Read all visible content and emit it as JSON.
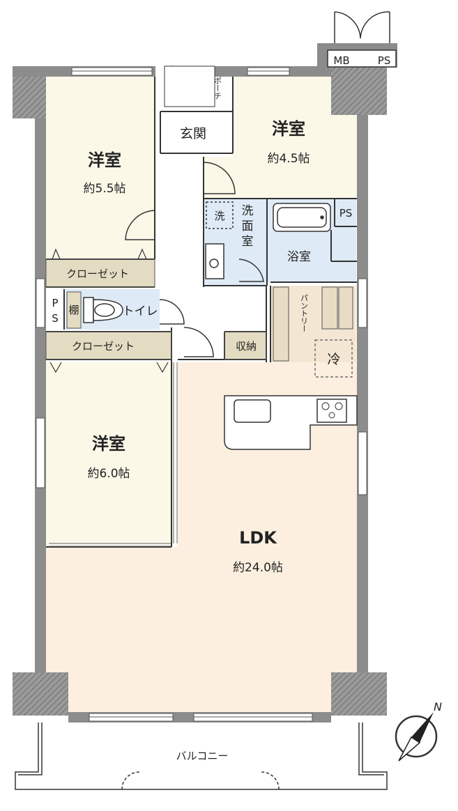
{
  "rooms": {
    "western_nw": {
      "name": "洋室",
      "size": "約5.5帖"
    },
    "western_ne": {
      "name": "洋室",
      "size": "約4.5帖"
    },
    "western_sw": {
      "name": "洋室",
      "size": "約6.0帖"
    },
    "ldk": {
      "name": "LDK",
      "size": "約24.0帖"
    }
  },
  "labels": {
    "entrance": "玄関",
    "porch": "ポーチ",
    "mb": "MB",
    "ps_top": "PS",
    "ps_bath": "PS",
    "ps_left_p": "P",
    "ps_left_s": "S",
    "washroom_1": "洗",
    "washroom_2": "面",
    "washroom_3": "室",
    "washer": "洗",
    "bathroom": "浴室",
    "closet_upper": "クローゼット",
    "closet_lower": "クローゼット",
    "shelf": "棚",
    "toilet": "トイレ",
    "storage": "収納",
    "pantry": "パントリー",
    "fridge": "冷",
    "balcony": "バルコニー",
    "north": "N"
  },
  "colors": {
    "wall": "#8c8c8c",
    "western": "#fbf8e8",
    "ldk": "#fcefdf",
    "wet_area": "#deeaf6",
    "closet": "#e4dcc2",
    "outline": "#333333"
  }
}
